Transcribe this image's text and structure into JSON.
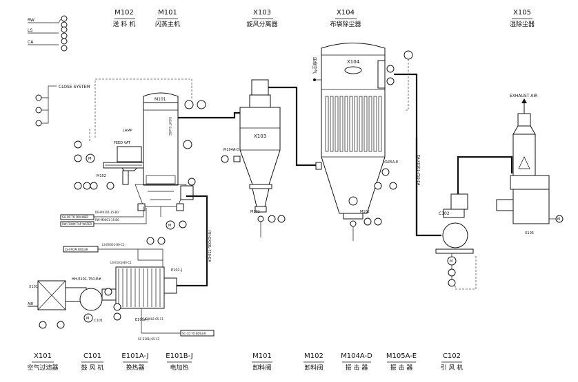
{
  "top_labels": [
    {
      "code": "M102",
      "name": "送 料 机"
    },
    {
      "code": "M101",
      "name": "闪蒸主机"
    },
    {
      "code": "X103",
      "name": "旋风分离器"
    },
    {
      "code": "X104",
      "name": "布袋除尘器"
    },
    {
      "code": "X105",
      "name": "湿除尘器"
    }
  ],
  "bottom_labels": [
    {
      "code": "X101",
      "name": "空气过滤器"
    },
    {
      "code": "C101",
      "name": "鼓 风 机"
    },
    {
      "code": "E101A-J",
      "name": "换热器"
    },
    {
      "code": "E101B-J",
      "name": "电加热"
    },
    {
      "code": "M101",
      "name": "卸料阀"
    },
    {
      "code": "M102",
      "name": "卸料阀"
    },
    {
      "code": "M104A-D",
      "name": "振 击 器"
    },
    {
      "code": "M105A-E",
      "name": "振 击 器"
    },
    {
      "code": "C102",
      "name": "引 风 机"
    }
  ],
  "legend": [
    {
      "code": "RW"
    },
    {
      "code": "LS"
    },
    {
      "code": "CA"
    }
  ],
  "equipment_tags": {
    "m101": "M101",
    "x103": "X103",
    "x104": "X104",
    "c102": "C102",
    "x105": "X105",
    "x101": "X101",
    "c101": "C101",
    "m102": "M102",
    "m101b": "M101",
    "m102b": "M102",
    "e101": "E101A-J",
    "e101b": "E101B-J",
    "m104": "M104A-D",
    "m105": "M105A-E"
  },
  "text_notes": {
    "close_system": "CLOSE SYSTEM",
    "exhaust_air": "EXHAUST AIR",
    "lamp": "LAMP",
    "feed_vat": "FEED VAT",
    "sight_glass": "SIGHT GLASS",
    "compressed_air": "压缩空气",
    "air": "AIR",
    "ls_from_boiler": "LS-FROM BOILER",
    "sc_to_boiler": "SC-10 TO BOILER",
    "sh_to_drainer": "SH-09 TO DRAINER",
    "rw_from_tap": "RW-FROM TAP WATER"
  },
  "line_labels": {
    "dr_line": "DR-M0101-15-B0",
    "rw_line": "RW-M0001-15-B0",
    "ls_line1": "LS-EX001-80-C1",
    "ls_line2": "LS-E101J-80-C1",
    "sc_line1": "SC-EX002-65-C1",
    "sc_line2": "SC-E101J-65-C1",
    "hh_line": "HH-E101-750-E#",
    "hh_vert": "HH-EX001-750-E#",
    "ea_line": "EA-X0101-750-E#",
    "e101_tag": "E101-J"
  },
  "icons": [
    "motor-icon",
    "valve-icon",
    "instrument-bubble-icon"
  ]
}
